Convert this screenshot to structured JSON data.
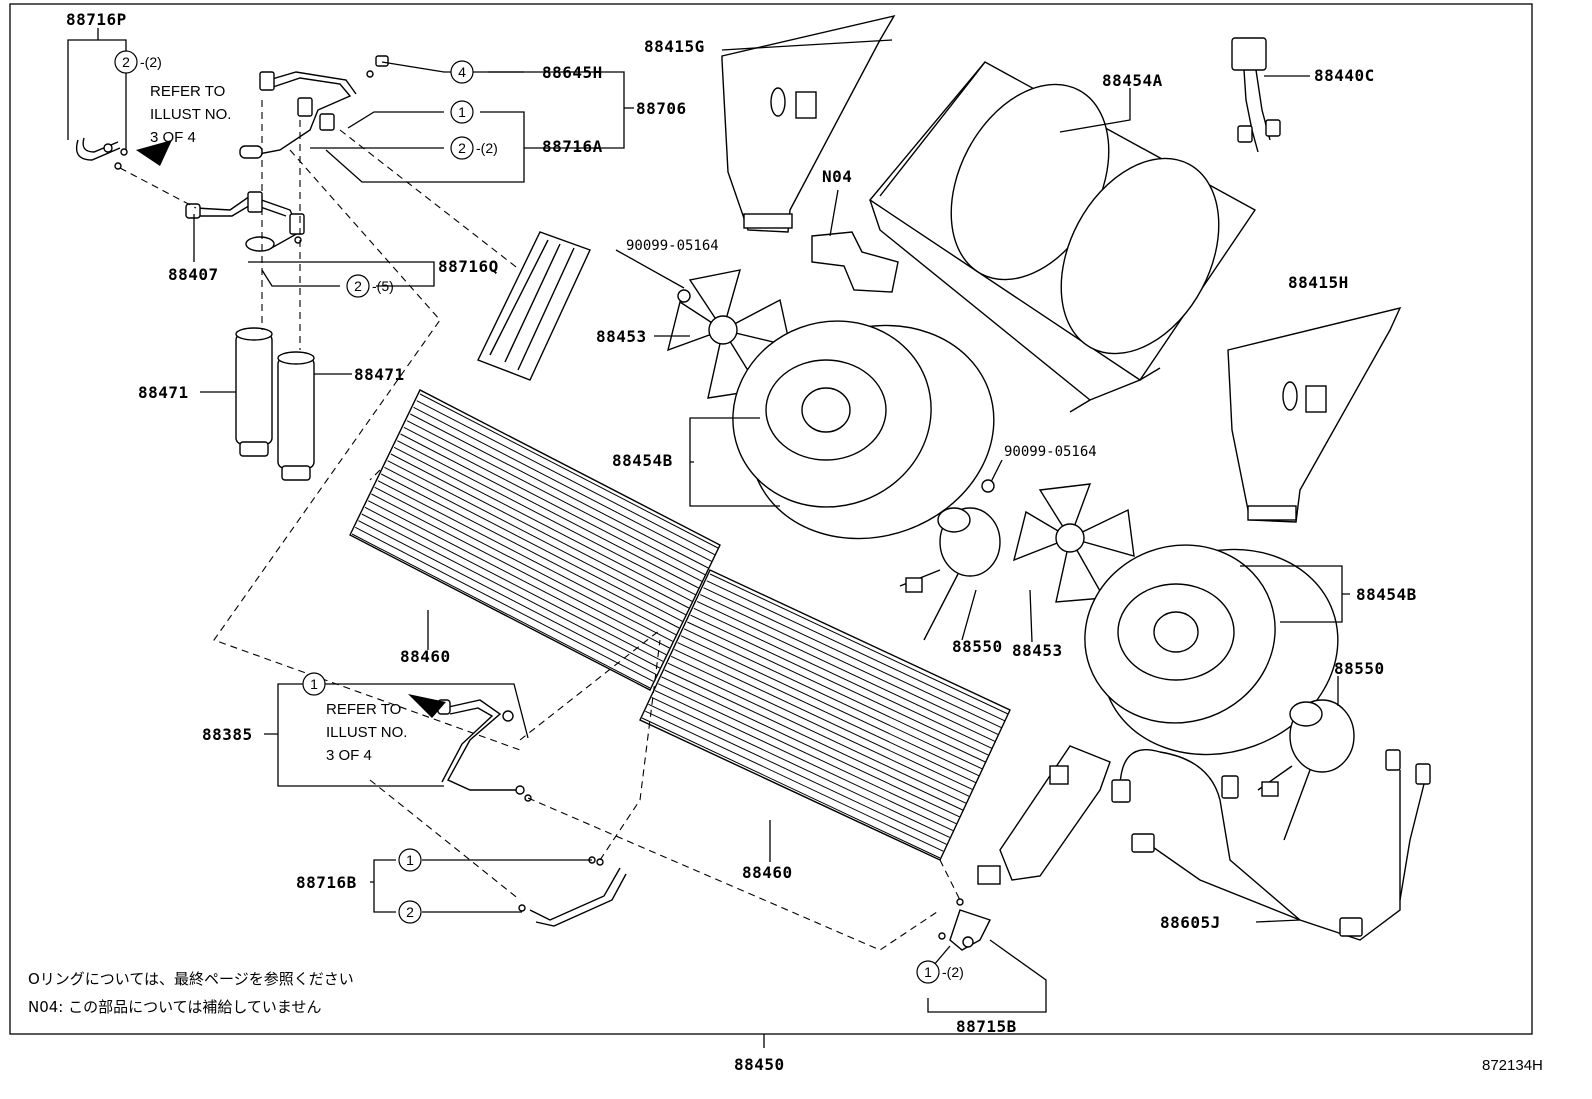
{
  "labels": {
    "p88716P": "88716P",
    "p88645H": "88645H",
    "p88706": "88706",
    "p88716A": "88716A",
    "p88407": "88407",
    "p88716Q": "88716Q",
    "p88471a": "88471",
    "p88471b": "88471",
    "p88415G": "88415G",
    "p88454A": "88454A",
    "p88440C": "88440C",
    "pN04": "N04",
    "p90099a": "90099-05164",
    "p90099b": "90099-05164",
    "p88453a": "88453",
    "p88453b": "88453",
    "p88454Ba": "88454B",
    "p88454Bb": "88454B",
    "p88415H": "88415H",
    "p88460a": "88460",
    "p88460b": "88460",
    "p88550a": "88550",
    "p88550b": "88550",
    "p88385": "88385",
    "p88716B": "88716B",
    "p88605J": "88605J",
    "p88715B": "88715B",
    "p88450": "88450",
    "illust": "872134H"
  },
  "refer_top": {
    "line1": "REFER TO",
    "line2": "ILLUST NO.",
    "line3": "3 OF 4"
  },
  "refer_bottom": {
    "line1": "REFER TO",
    "line2": "ILLUST NO.",
    "line3": "3 OF 4"
  },
  "circles": {
    "c1": "2",
    "c2": "4",
    "c3": "1",
    "c4": "2",
    "c5": "2",
    "c6": "1",
    "c7": "1",
    "c8": "2",
    "c9": "1"
  },
  "quantities": {
    "q1": "-(2)",
    "q2": "-(2)",
    "q3": "-(5)",
    "q4": "-(2)"
  },
  "notes": {
    "line1": "Oリングについては、最終ページを参照ください",
    "line2": "N04: この部品については補給していません"
  }
}
